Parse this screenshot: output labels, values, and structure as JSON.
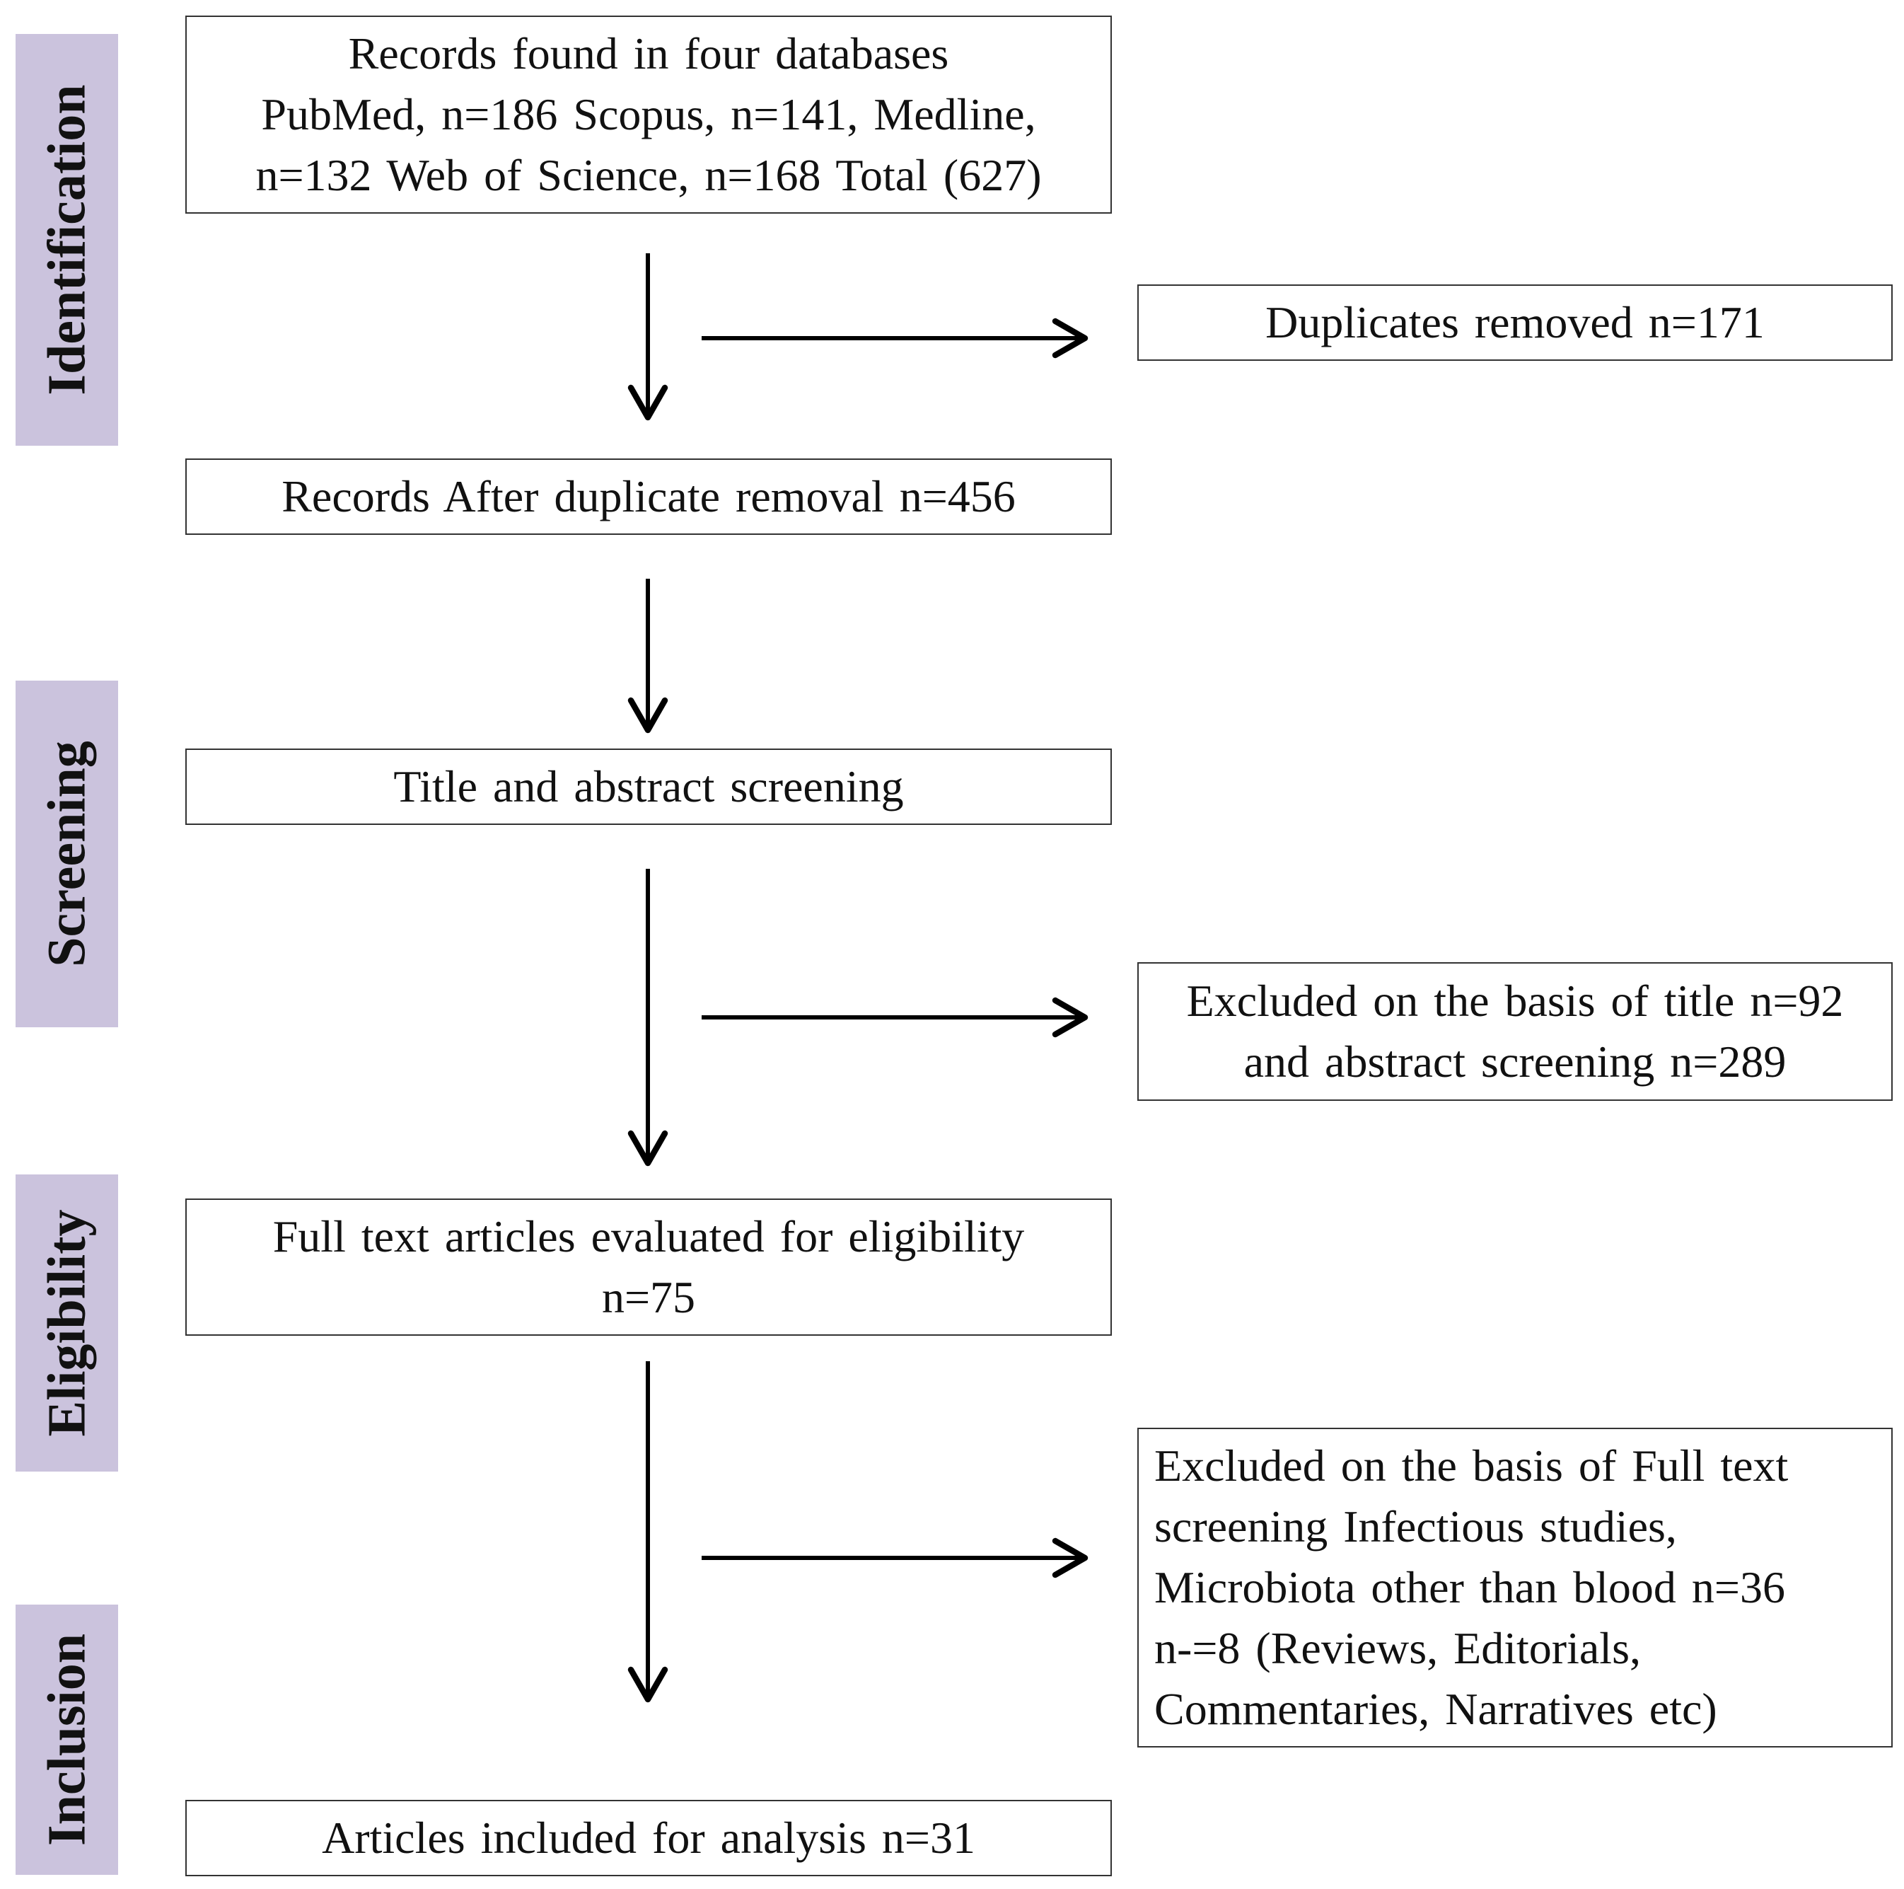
{
  "phases": {
    "identification": "Identification",
    "screening": "Screening",
    "eligibility": "Eligibility",
    "inclusion": "Inclusion"
  },
  "boxes": {
    "records_found": "Records found in four databases\nPubMed, n=186 Scopus, n=141, Medline,\nn=132 Web of Science, n=168 Total (627)",
    "duplicates_removed": "Duplicates removed n=171",
    "after_duplicate_removal": "Records After duplicate removal n=456",
    "title_abstract_screening": "Title and abstract screening",
    "excluded_title_abstract": "Excluded on the basis of title n=92\nand abstract screening n=289",
    "full_text_eligibility": "Full text articles evaluated for eligibility\nn=75",
    "excluded_full_text": "Excluded on the basis of Full text\nscreening Infectious studies,\nMicrobiota other than blood n=36\nn-=8 (Reviews, Editorials,\nCommentaries, Narratives etc)",
    "included_for_analysis": "Articles included for analysis n=31"
  },
  "colors": {
    "phase_background": "#cbc3dd",
    "border": "#333333",
    "arrow": "#000000"
  }
}
